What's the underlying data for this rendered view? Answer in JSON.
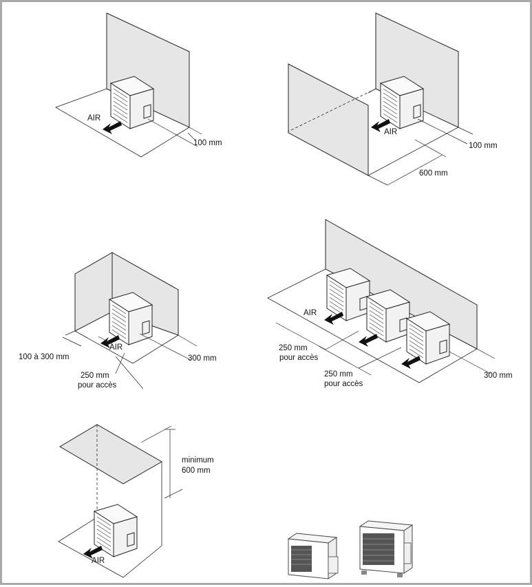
{
  "labels": {
    "air": "AIR",
    "mm100": "100 mm",
    "mm600": "600 mm",
    "mm100to300": "100 à 300 mm",
    "mm250": "250 mm",
    "access": "pour accès",
    "mm300": "300 mm",
    "minimum": "minimum"
  },
  "colors": {
    "wall_fill": "#e6e6e6",
    "line": "#222222",
    "frame_border": "#a9a9a9"
  },
  "icons": {
    "airflow": "arrow-icon",
    "outdoor_unit": "outdoor-unit-icon"
  }
}
